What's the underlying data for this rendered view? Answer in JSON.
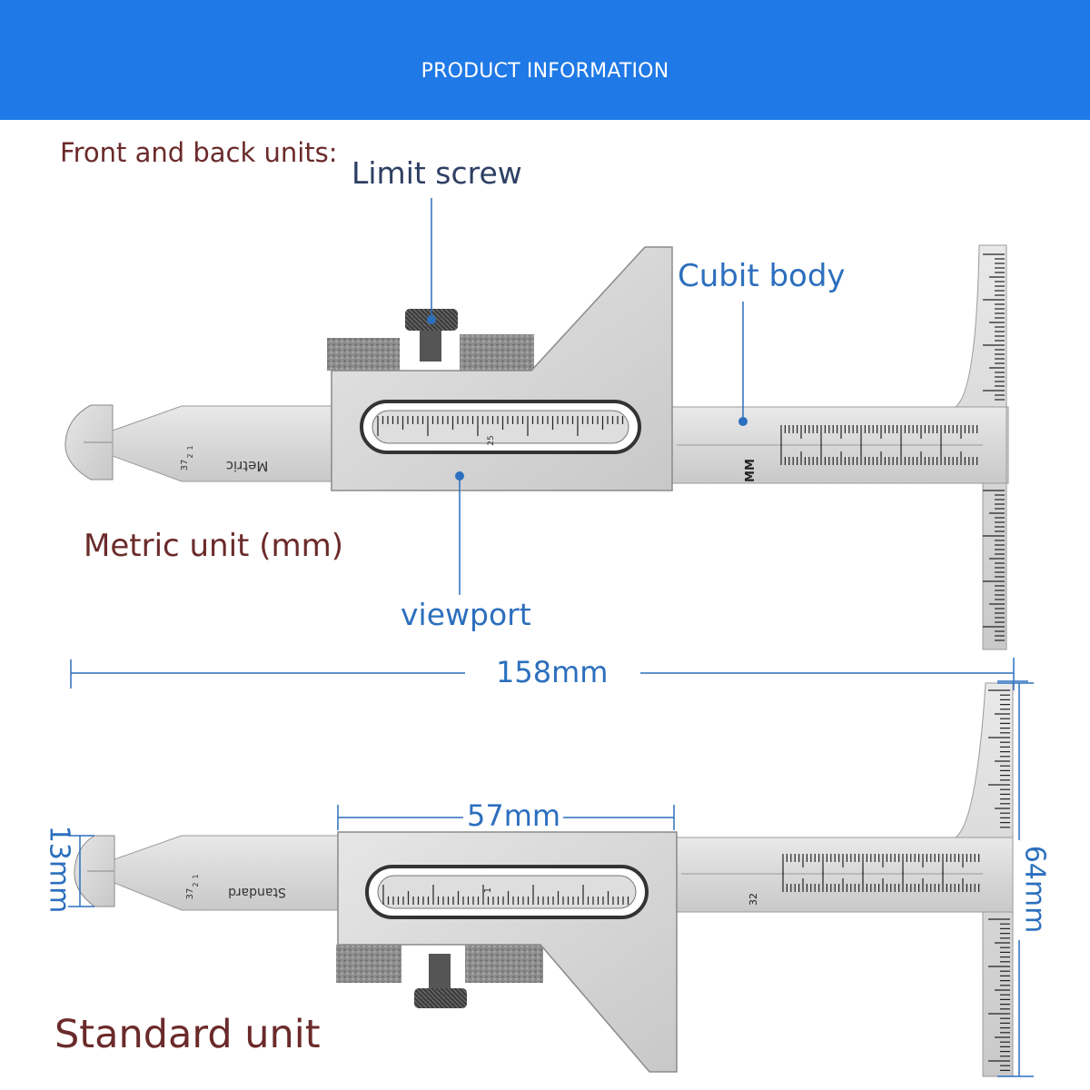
{
  "banner": {
    "title": "PRODUCT INFORMATION"
  },
  "section": {
    "heading": "Front and back units:"
  },
  "callouts": {
    "limit_screw": "Limit screw",
    "cubit_body": "Cubit body",
    "viewport": "viewport"
  },
  "units": {
    "metric": "Metric unit (mm)",
    "standard": "Standard unit"
  },
  "dimensions": {
    "overall_length": "158mm",
    "head_width": "57mm",
    "tip_height": "13mm",
    "body_height": "64mm"
  },
  "engravings": {
    "metric": "Metric",
    "standard": "Standard",
    "mm_mark": "MM",
    "fraction_whole": "37",
    "fraction_num": "1",
    "fraction_den": "2",
    "scale_number_metric": "25",
    "scale_number_standard": "1",
    "scale_number_32": "32"
  },
  "colors": {
    "banner": "#1f79e6",
    "callout_line": "#2c6fbe",
    "brown_text": "#6b2a2a",
    "steel": "#d9d9d9"
  }
}
